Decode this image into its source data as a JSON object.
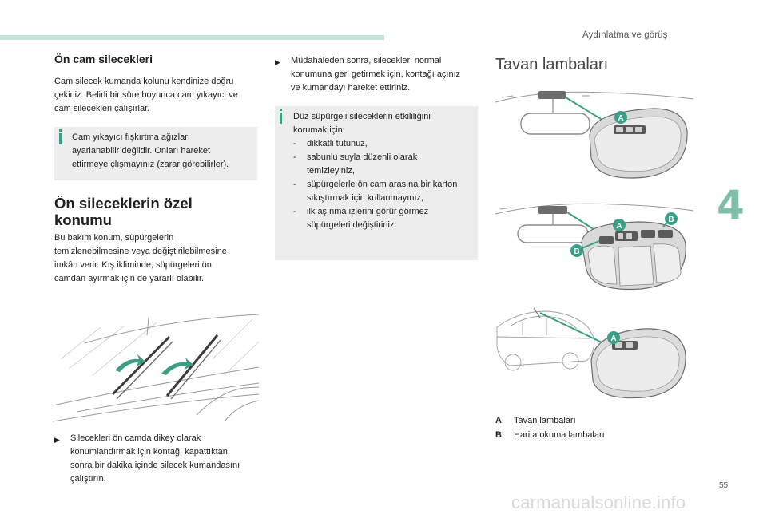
{
  "header": {
    "section_title": "Aydınlatma ve görüş",
    "chapter_number": "4",
    "page_number": "55"
  },
  "left": {
    "title_wipers": "Ön cam silecekleri",
    "wipers_paragraph": [
      "Cam silecek kumanda kolunu kendinize doğru",
      "çekiniz. Belirli bir süre boyunca cam yıkayıcı ve",
      "cam silecekleri çalışırlar."
    ],
    "info_box_lines": [
      "Cam yıkayıcı fışkırtma ağızları",
      "ayarlanabilir değildir. Onları hareket",
      "ettirmeye çlışmayınız (zarar görebilirler)."
    ],
    "title_special_position": [
      "Ön sileceklerin özel",
      "konumu"
    ],
    "special_paragraph": [
      "Bu bakım konum, süpürgelerin",
      "temizlenebilmesine veya değiştirilebilmesine",
      "imkân verir. Kış ikliminde, süpürgeleri ön",
      "camdan ayırmak için de yararlı olabilir."
    ],
    "bullet_lines": [
      "Silecekleri ön camda dikey olarak",
      "konumlandırmak için kontağı kapattıktan",
      "sonra bir dakika içinde silecek kumandasını",
      "çalıştırın."
    ]
  },
  "middle": {
    "bullet_lines": [
      "Müdahaleden sonra, silecekleri normal",
      "konumuna geri getirmek için, kontağı açınız",
      "ve kumandayı hareket ettiriniz."
    ],
    "info_intro": [
      "Düz süpürgeli sileceklerin etkililiğini",
      "korumak için:"
    ],
    "info_items": [
      [
        "dikkatli tutunuz,"
      ],
      [
        "sabunlu suyla düzenli olarak",
        "temizleyiniz,"
      ],
      [
        "süpürgelerle ön cam arasına bir karton",
        "sıkıştırmak için kullanmayınız,"
      ],
      [
        "ilk aşınma izlerini görür görmez",
        "süpürgeleri değiştiriniz."
      ]
    ],
    "dash": "-"
  },
  "right": {
    "title": "Tavan lambaları",
    "legend": [
      {
        "key": "A",
        "text": "Tavan lambaları"
      },
      {
        "key": "B",
        "text": "Harita okuma lambaları"
      }
    ],
    "callouts": {
      "a": "A",
      "b": "B"
    }
  },
  "watermark": "carmanualsonline.info",
  "colors": {
    "accent": "#3a9f86",
    "bar": "#c7e2d9",
    "box": "#ededed",
    "chapter": "#7fbfa9"
  },
  "icons": {
    "bullet": "arrow-bullet-icon",
    "info": "info-icon"
  }
}
